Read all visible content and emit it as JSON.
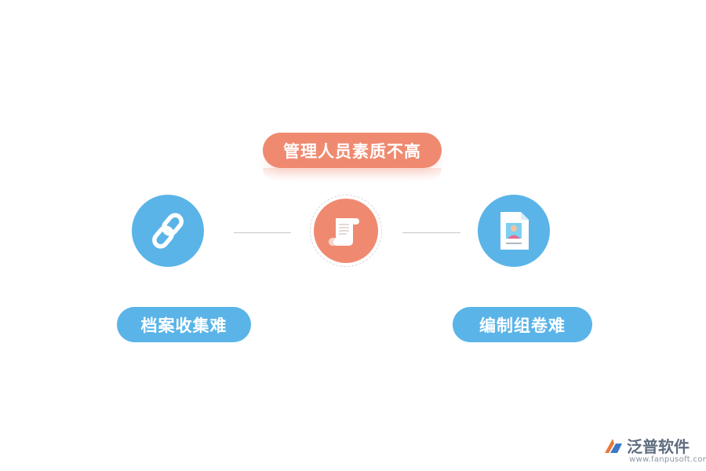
{
  "top_label": "管理人员素质不高",
  "left_label": "档案收集难",
  "right_label": "编制组卷难",
  "icons": {
    "left": "chain-link-icon",
    "center": "scroll-document-icon",
    "right": "profile-file-icon"
  },
  "colors": {
    "orange": "#ef8a70",
    "blue": "#5ab4e8"
  },
  "brand": {
    "name": "泛普软件",
    "url": "www.fanpusoft.com"
  }
}
